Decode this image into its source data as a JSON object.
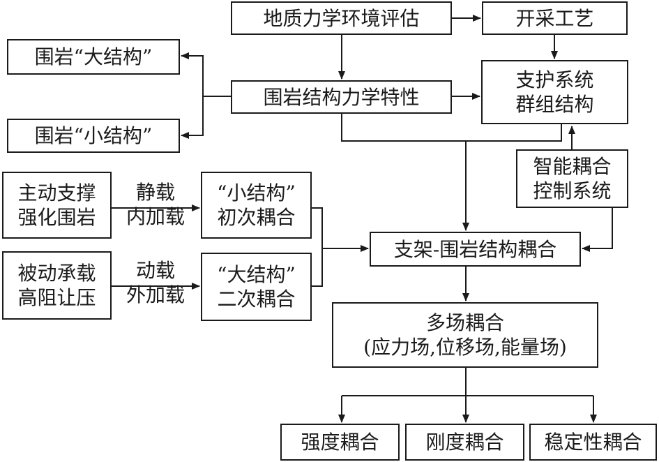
{
  "nodes": {
    "geo_env": "地质力学环境评估",
    "mining": "开采工艺",
    "big_struct": "围岩“大结构”",
    "small_struct": "围岩“小结构”",
    "rock_mech": "围岩结构力学特性",
    "support_group": [
      "支护系统",
      "群组结构"
    ],
    "smart_ctrl": [
      "智能耦合",
      "控制系统"
    ],
    "active_support": [
      "主动支撑",
      "强化围岩"
    ],
    "passive_support": [
      "被动承载",
      "高阻让压"
    ],
    "first_coupling": [
      "“小结构”",
      "初次耦合"
    ],
    "second_coupling": [
      "“大结构”",
      "二次耦合"
    ],
    "support_rock": "支架-围岩结构耦合",
    "multi_field": [
      "多场耦合",
      "(应力场,位移场,能量场)"
    ],
    "strength": "强度耦合",
    "stiffness": "刚度耦合",
    "stability": "稳定性耦合"
  },
  "edge_labels": {
    "static_load": [
      "静载",
      "内加载"
    ],
    "dynamic_load": [
      "动载",
      "外加载"
    ]
  },
  "colors": {
    "line": "#1a1a1a",
    "background": "#ffffff"
  }
}
